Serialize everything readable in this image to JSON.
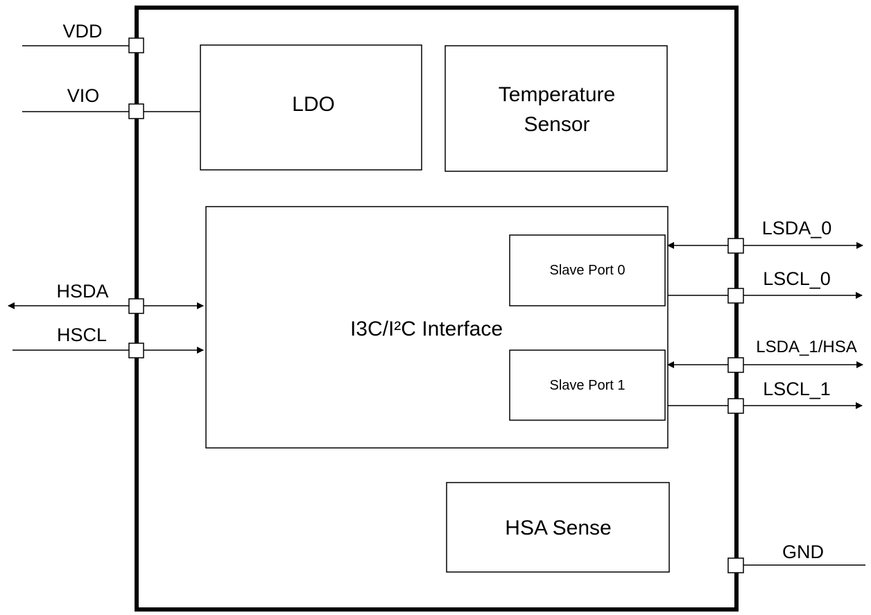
{
  "blocks": {
    "ldo": "LDO",
    "temp_sensor_line1": "Temperature",
    "temp_sensor_line2": "Sensor",
    "interface": "I3C/I²C Interface",
    "slave_port_0": "Slave Port 0",
    "slave_port_1": "Slave Port 1",
    "hsa_sense": "HSA Sense"
  },
  "pins": {
    "vdd": "VDD",
    "vio": "VIO",
    "hsda": "HSDA",
    "hscl": "HSCL",
    "lsda_0": "LSDA_0",
    "lscl_0": "LSCL_0",
    "lsda_1": "LSDA_1/HSA",
    "lscl_1": "LSCL_1",
    "gnd": "GND"
  },
  "colors": {
    "line": "#000000",
    "background": "#ffffff"
  }
}
